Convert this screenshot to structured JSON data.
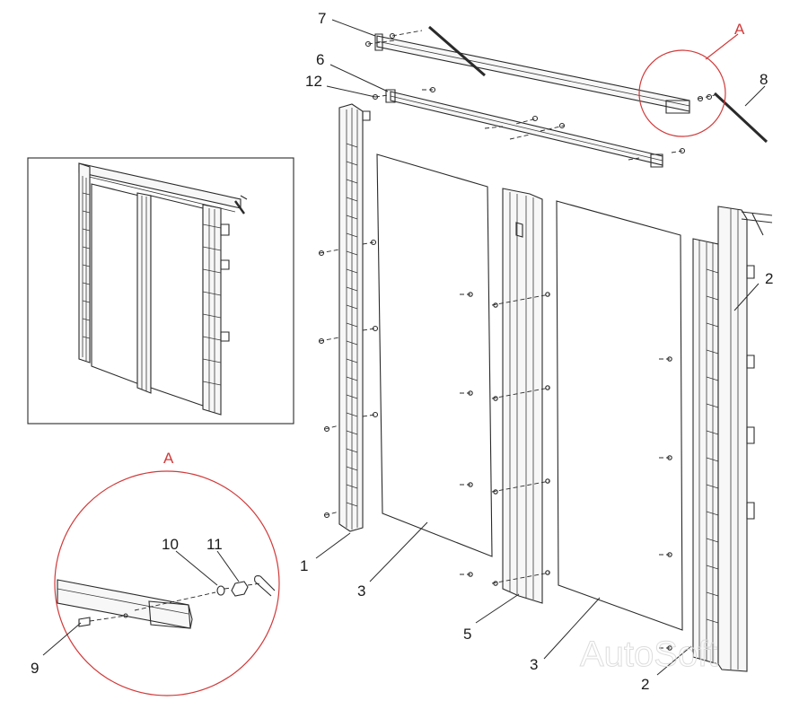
{
  "labels": {
    "p1": "1",
    "p2a": "2",
    "p2b": "2",
    "p3a": "3",
    "p3b": "3",
    "p5": "5",
    "p6": "6",
    "p7": "7",
    "p8": "8",
    "p9": "9",
    "p10": "10",
    "p11": "11",
    "p12": "12",
    "detail_top": "A",
    "detail_bottom": "A"
  },
  "watermark": "AutoSoft",
  "colors": {
    "detail_circle": "#d23a3a",
    "line": "#2a2a2a",
    "watermark": "#dddddd"
  }
}
